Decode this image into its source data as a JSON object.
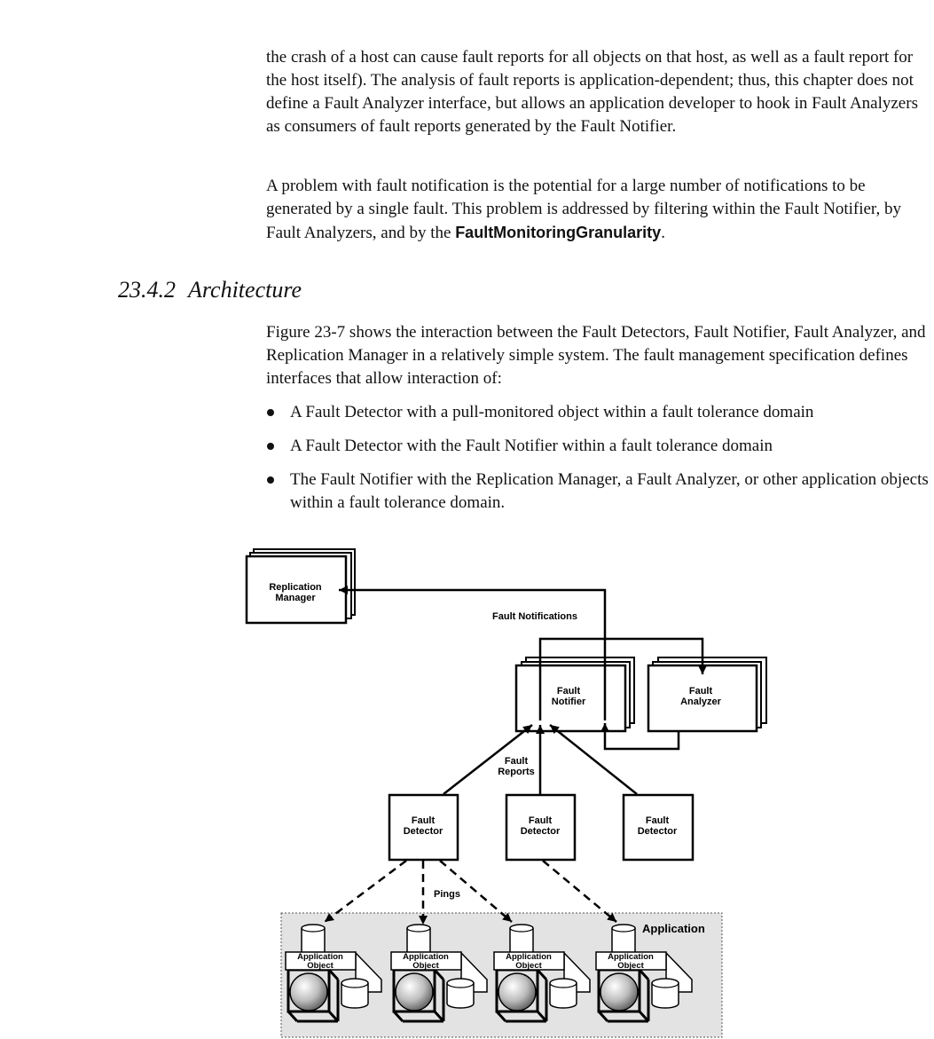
{
  "paragraphs": {
    "p1": "the crash of a host can cause fault reports for all objects on that host, as well as a fault report for the host itself). The analysis of fault reports is application-dependent; thus, this chapter does not define a Fault Analyzer interface, but allows an application developer to hook in Fault Analyzers as consumers of fault reports generated by the Fault Notifier.",
    "p2_text": "A problem with fault notification is the potential for a large number of notifications to be generated by a single fault. This problem is addressed by filtering within the Fault Notifier, by Fault Analyzers, and by the ",
    "p2_bold": "FaultMonitoringGranularity",
    "p2_end": ".",
    "p3": "Figure 23-7 shows the interaction between the Fault Detectors, Fault Notifier, Fault Analyzer, and Replication Manager in a relatively simple system. The fault management specification defines interfaces that allow interaction of:"
  },
  "heading": {
    "number": "23.4.2",
    "title": "Architecture"
  },
  "bullets": [
    "A Fault Detector with a pull-monitored object within a fault tolerance domain",
    "A Fault Detector with the Fault Notifier within a fault tolerance domain",
    "The Fault Notifier with the Replication Manager, a Fault Analyzer, or other application objects within a fault tolerance domain."
  ],
  "diagram": {
    "replication_manager": [
      "Replication",
      "Manager"
    ],
    "fault_notifier": [
      "Fault",
      "Notifier"
    ],
    "fault_analyzer": [
      "Fault",
      "Analyzer"
    ],
    "fault_detector": [
      "Fault",
      "Detector"
    ],
    "fault_notifications_label": "Fault Notifications",
    "fault_reports_label": [
      "Fault",
      "Reports"
    ],
    "pings_label": "Pings",
    "application_label": "Application",
    "application_object": [
      "Application",
      "Object"
    ]
  }
}
